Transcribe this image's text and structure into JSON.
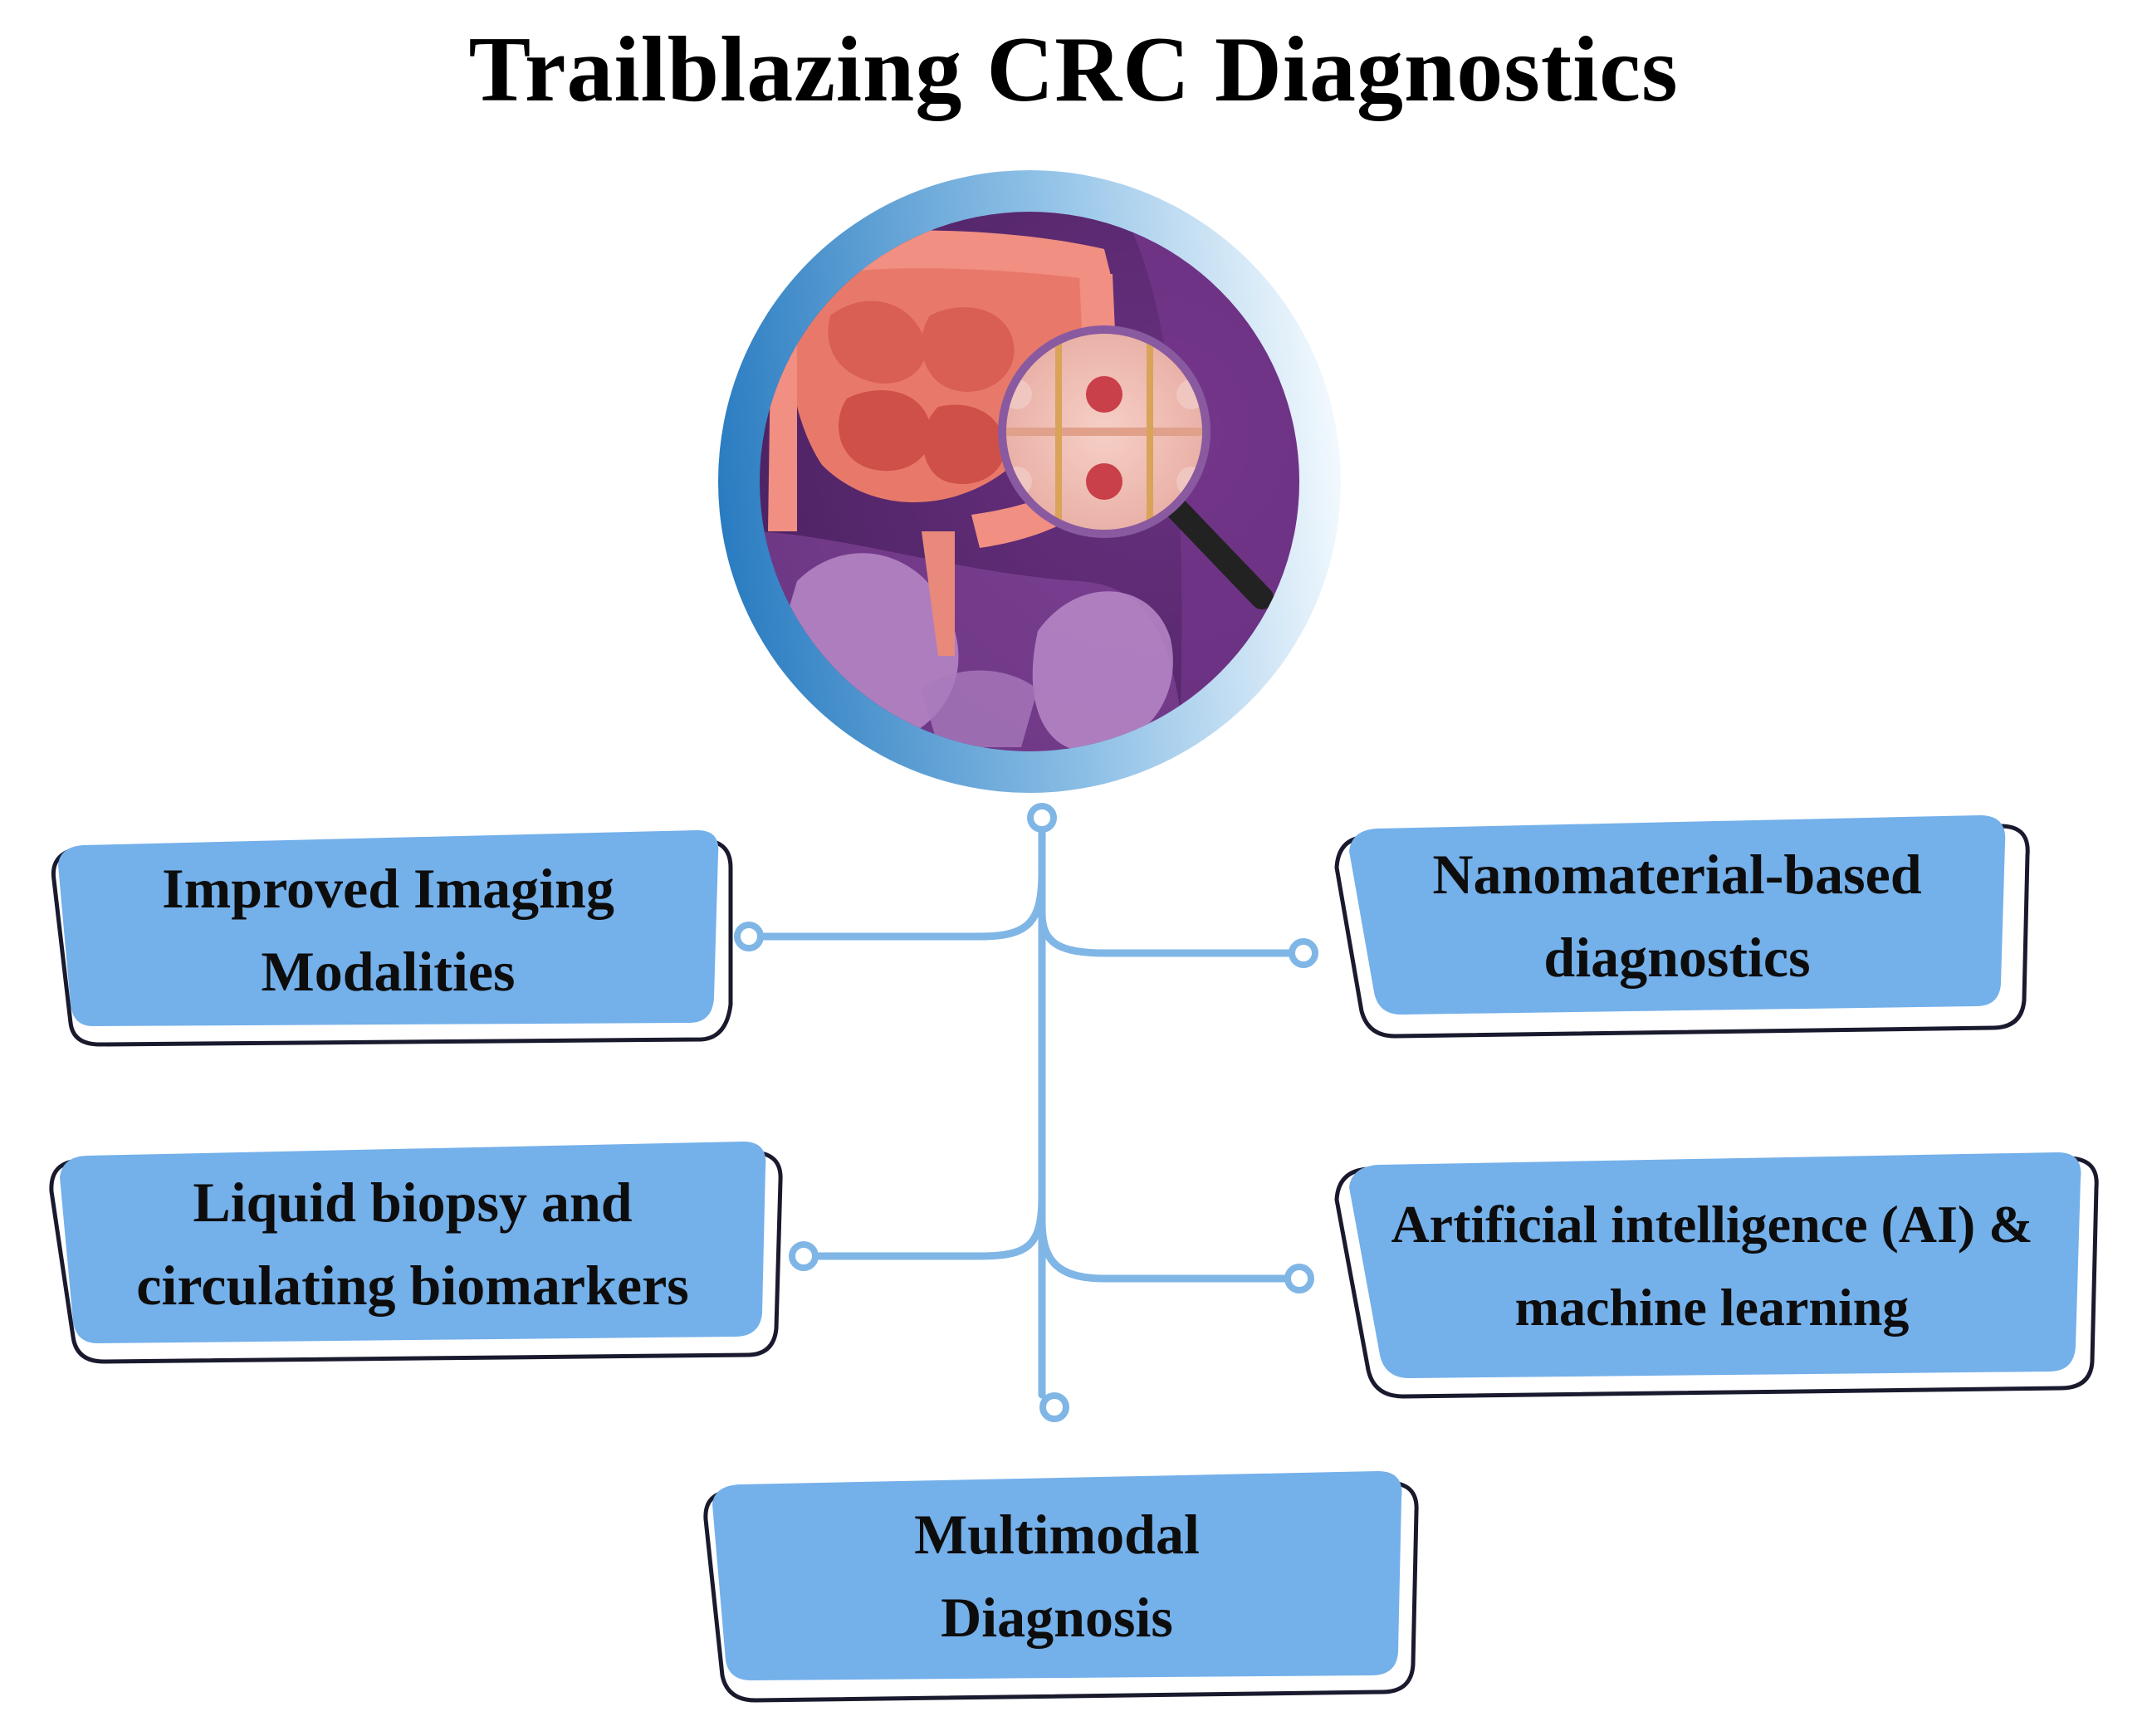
{
  "title": "Trailblazing CRC Diagnostics",
  "illustration": {
    "icon": "colon-with-magnifier-icon"
  },
  "nodes": {
    "imaging": {
      "line1": "Improved Imaging",
      "line2": "Modalities"
    },
    "nanomaterial": {
      "line1": "Nanomaterial-based",
      "line2": "diagnostics"
    },
    "liquid_biopsy": {
      "line1": "Liquid biopsy and",
      "line2": "circulating biomarkers"
    },
    "ai": {
      "line1": "Artificial intelligence (AI) &",
      "line2": "machine learning"
    },
    "multimodal": {
      "line1": "Multimodal",
      "line2": "Diagnosis"
    }
  },
  "colors": {
    "box_fill": "#74b0ea",
    "box_outline": "#1a1a2e",
    "connector": "#7fb6e6",
    "ring_dark": "#2f7fc4",
    "ring_light": "#e8f3fb",
    "illustration_bg": "#5b2a6e"
  }
}
